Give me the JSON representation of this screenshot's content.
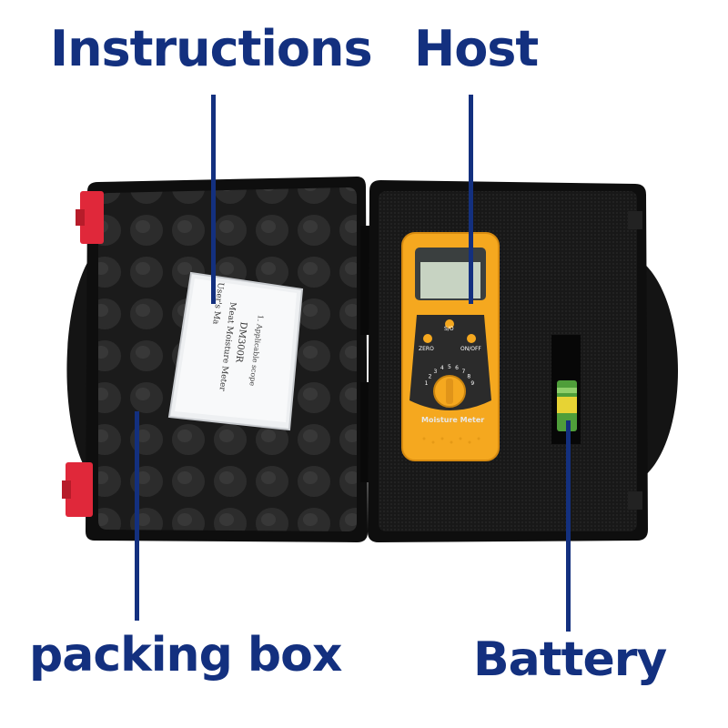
{
  "callouts": {
    "instructions": "Instructions",
    "host": "Host",
    "packing_box": "packing box",
    "battery": "Battery"
  },
  "device": {
    "button_so": "S/O",
    "button_zero": "ZERO",
    "button_onoff": "ON/OFF",
    "dial_numbers": [
      "1",
      "2",
      "3",
      "4",
      "5",
      "6",
      "7",
      "8",
      "9"
    ],
    "name": "Moisture Meter"
  },
  "manual": {
    "line1": "User's Ma",
    "line2": "Meat Moisture Meter",
    "line3": "DM300R",
    "line4": "1. Applicable scope"
  },
  "colors": {
    "label": "#13307f",
    "case": "#111111",
    "latch": "#e0283a",
    "meter": "#f5a81f"
  }
}
